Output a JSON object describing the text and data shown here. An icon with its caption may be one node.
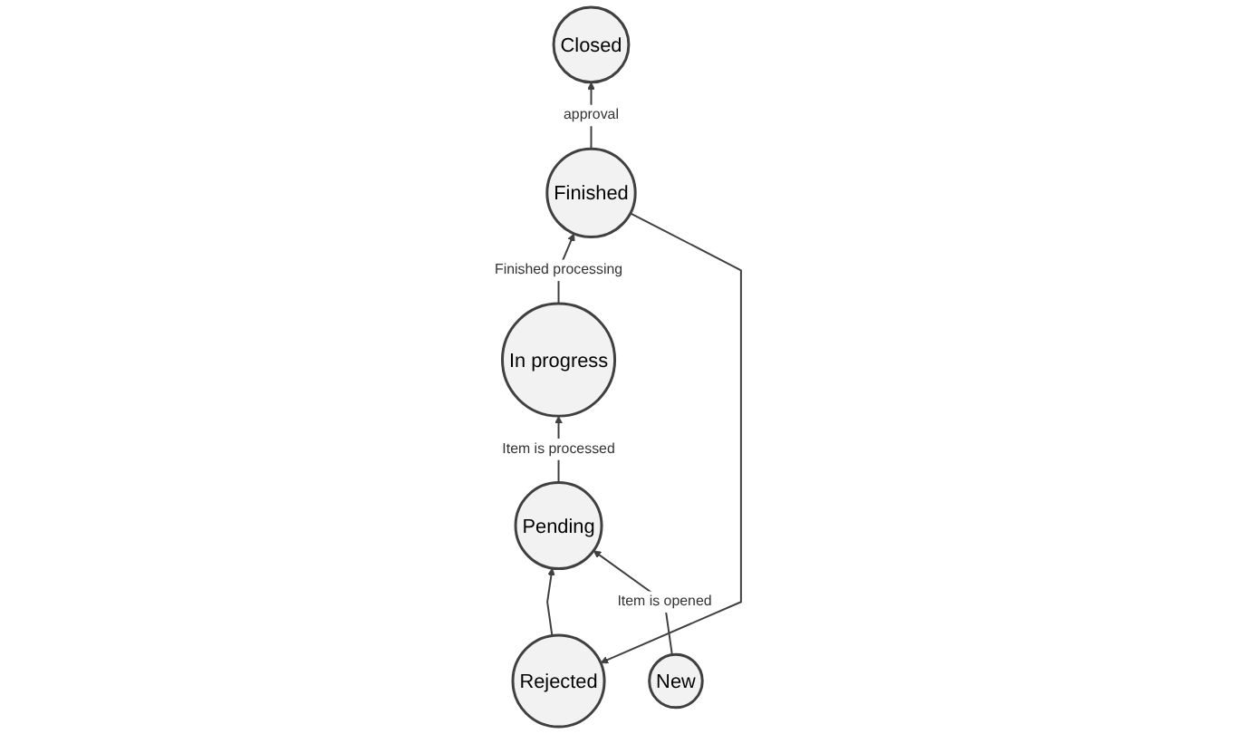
{
  "diagram": {
    "nodes": [
      {
        "text": [
          "Closed"
        ]
      },
      {
        "text": [
          "Rejected"
        ]
      },
      {
        "text": [
          "New"
        ]
      },
      {
        "text": [
          "Finished"
        ]
      },
      {
        "text": [
          "In progress"
        ]
      },
      {
        "text": [
          "Pending"
        ]
      }
    ],
    "edges": [
      {
        "from": 3,
        "to": 0,
        "arrow": "to",
        "label": "approval"
      },
      {
        "from": 3,
        "to": 1,
        "arrow": "to"
      },
      {
        "from": 1,
        "to": 5,
        "arrow": "to"
      },
      {
        "from": 2,
        "to": 5,
        "arrow": "to",
        "label": "Item is opened"
      },
      {
        "from": 5,
        "to": 4,
        "arrow": "to",
        "label": "Item is processed"
      },
      {
        "from": 4,
        "to": 3,
        "arrow": "to",
        "label": "Finished processing"
      }
    ]
  }
}
